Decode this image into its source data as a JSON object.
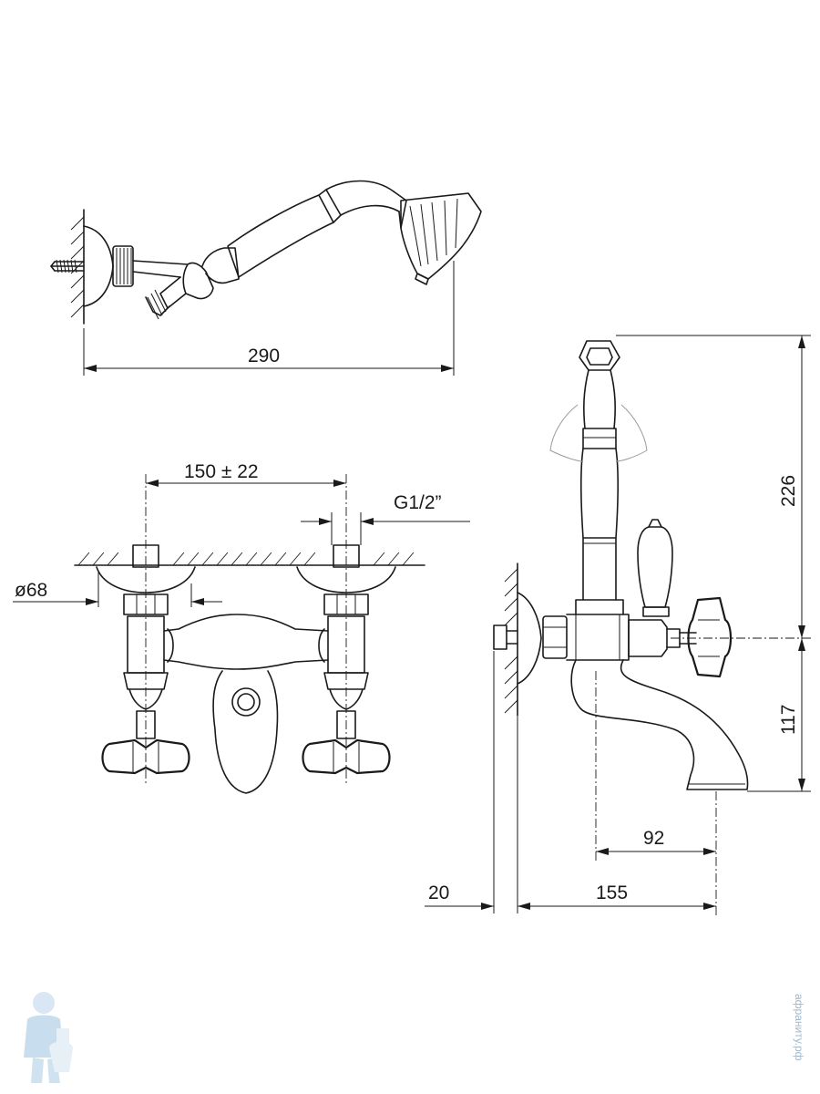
{
  "dimensions": {
    "handshower_length": "290",
    "centre_distance": "150 ± 22",
    "thread": "G1/2”",
    "flange_diameter": "ø68",
    "height_top": "226",
    "height_spout": "117",
    "spout_reach": "92",
    "projection": "155",
    "wall_offset": "20"
  },
  "watermark": {
    "site": "афраниту.рф",
    "logo": "plumber-mascot-logo"
  }
}
